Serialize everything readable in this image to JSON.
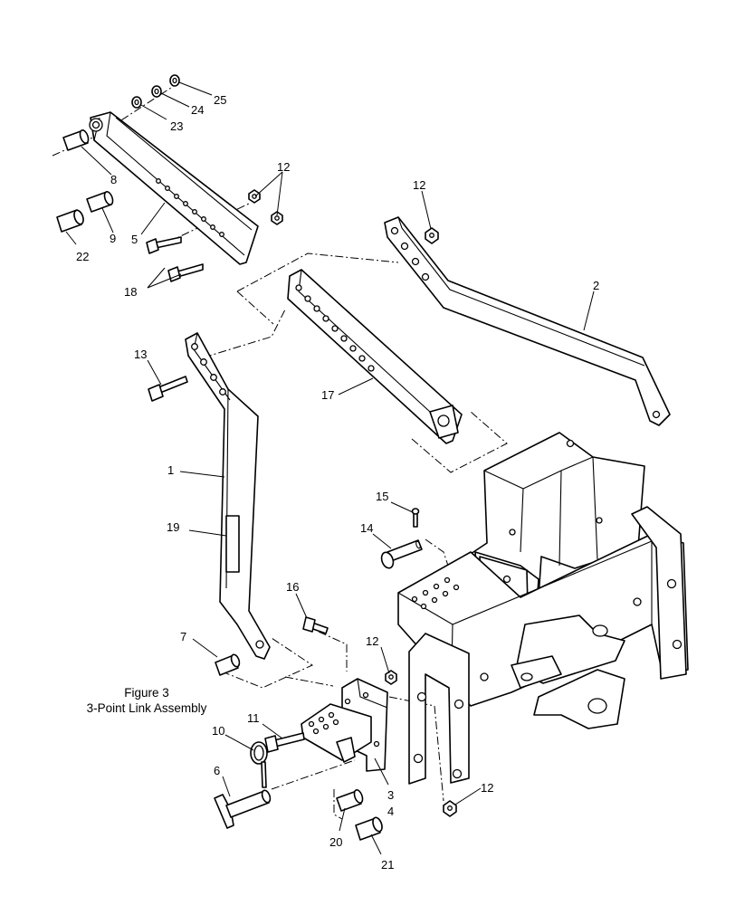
{
  "figure": {
    "title": "Figure 3",
    "subtitle": "3-Point Link Assembly"
  },
  "callouts": {
    "c1": "1",
    "c2": "2",
    "c3": "3",
    "c4": "4",
    "c5": "5",
    "c6": "6",
    "c7": "7",
    "c8": "8",
    "c9": "9",
    "c10": "10",
    "c11": "11",
    "c12a": "12",
    "c12b": "12",
    "c12c": "12",
    "c12d": "12",
    "c13": "13",
    "c14": "14",
    "c15": "15",
    "c16": "16",
    "c17": "17",
    "c18": "18",
    "c19": "19",
    "c20": "20",
    "c21": "21",
    "c22": "22",
    "c23": "23",
    "c24": "24",
    "c25": "25"
  }
}
